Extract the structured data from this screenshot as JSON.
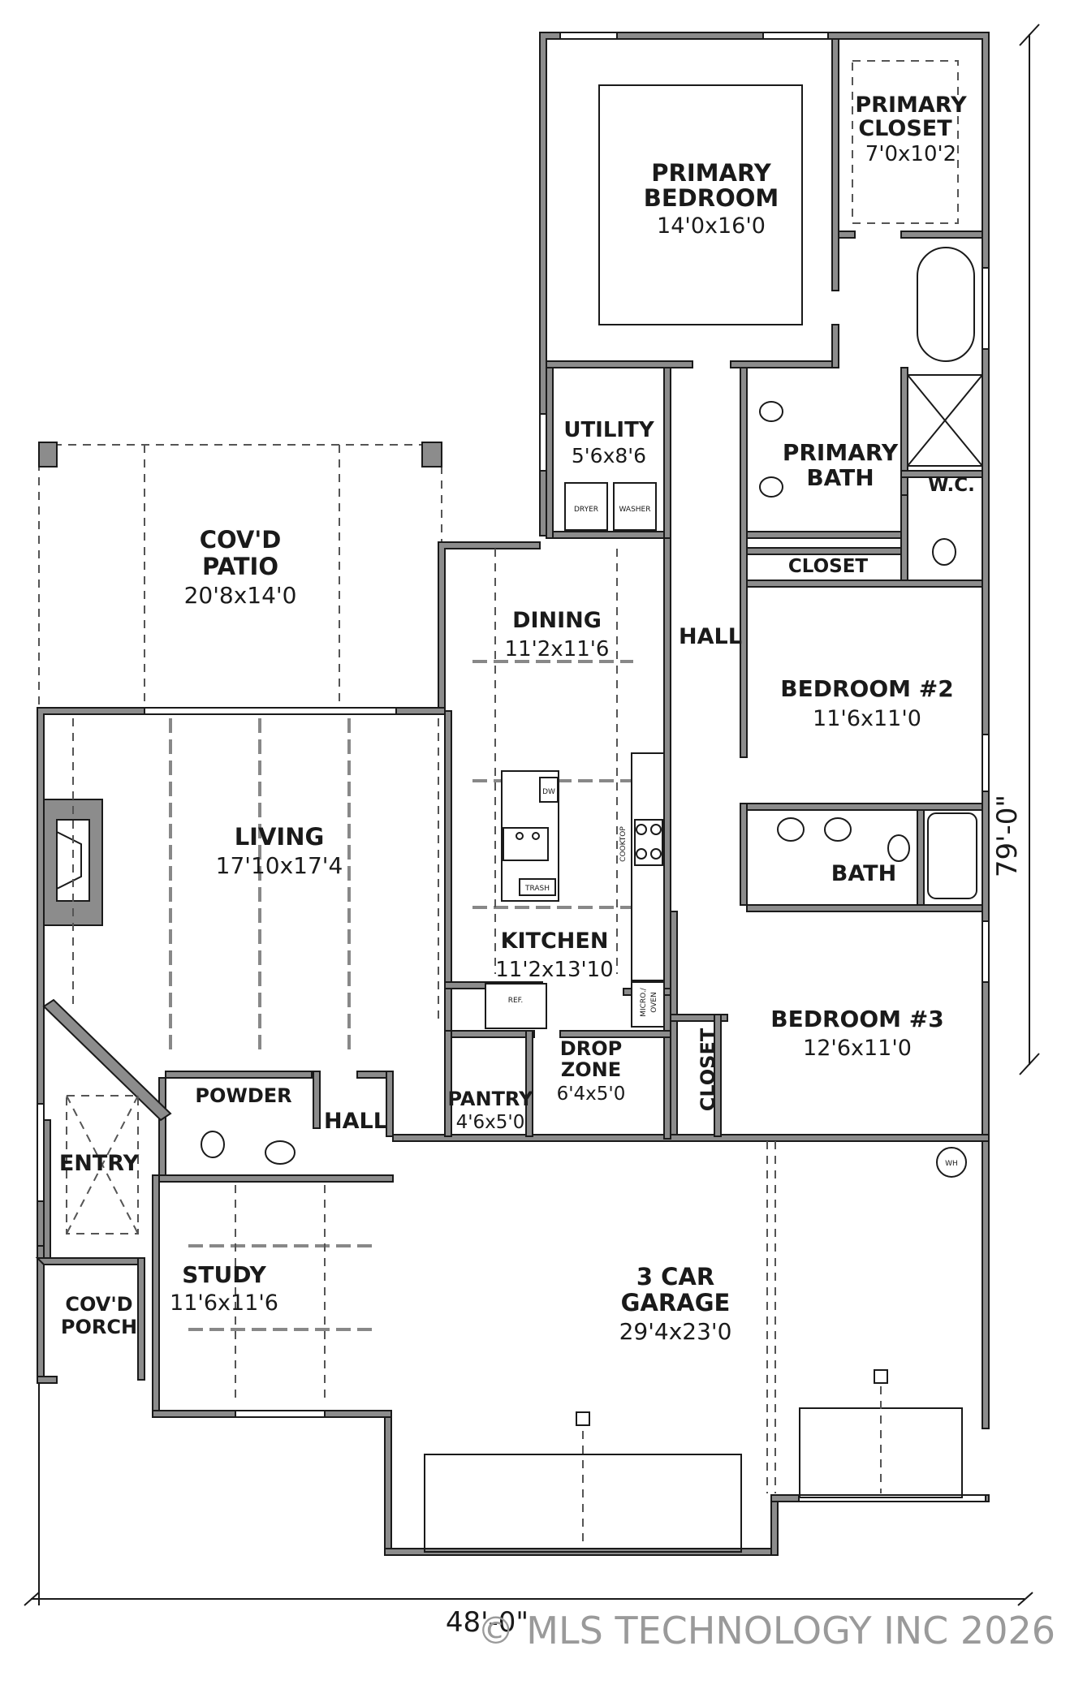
{
  "rooms": {
    "primary_bedroom": {
      "name_l1": "PRIMARY",
      "name_l2": "BEDROOM",
      "size": "14'0x16'0"
    },
    "primary_closet": {
      "name_l1": "PRIMARY",
      "name_l2": "CLOSET",
      "size": "7'0x10'2"
    },
    "utility": {
      "name": "UTILITY",
      "size": "5'6x8'6"
    },
    "primary_bath": {
      "name_l1": "PRIMARY",
      "name_l2": "BATH"
    },
    "wc": {
      "name": "W.C."
    },
    "cov_patio": {
      "name_l1": "COV'D",
      "name_l2": "PATIO",
      "size": "20'8x14'0"
    },
    "dining": {
      "name": "DINING",
      "size": "11'2x11'6"
    },
    "hall_main": {
      "name": "HALL"
    },
    "closet_hall": {
      "name": "CLOSET"
    },
    "bedroom2": {
      "name": "BEDROOM #2",
      "size": "11'6x11'0"
    },
    "living": {
      "name": "LIVING",
      "size": "17'10x17'4"
    },
    "bath": {
      "name": "BATH"
    },
    "kitchen": {
      "name": "KITCHEN",
      "size": "11'2x13'10"
    },
    "bedroom3": {
      "name": "BEDROOM #3",
      "size": "12'6x11'0"
    },
    "closet_b3": {
      "name": "CLOSET"
    },
    "drop_zone": {
      "name_l1": "DROP",
      "name_l2": "ZONE",
      "size": "6'4x5'0"
    },
    "powder": {
      "name": "POWDER"
    },
    "hall_small": {
      "name": "HALL"
    },
    "pantry": {
      "name": "PANTRY",
      "size": "4'6x5'0"
    },
    "entry": {
      "name": "ENTRY"
    },
    "study": {
      "name": "STUDY",
      "size": "11'6x11'6"
    },
    "garage": {
      "name_l1": "3 CAR",
      "name_l2": "GARAGE",
      "size": "29'4x23'0"
    },
    "cov_porch": {
      "name_l1": "COV'D",
      "name_l2": "PORCH"
    }
  },
  "appliances": {
    "dryer": "DRYER",
    "washer": "WASHER",
    "dw": "DW",
    "trash": "TRASH",
    "cooktop": "COOKTOP",
    "ref": "REF.",
    "micro": "MICRO./",
    "oven": "OVEN",
    "wh": "WH"
  },
  "dimensions": {
    "overall_depth": "79'-0\"",
    "overall_width": "48'-0\""
  },
  "watermark": "© MLS TECHNOLOGY INC 2026"
}
